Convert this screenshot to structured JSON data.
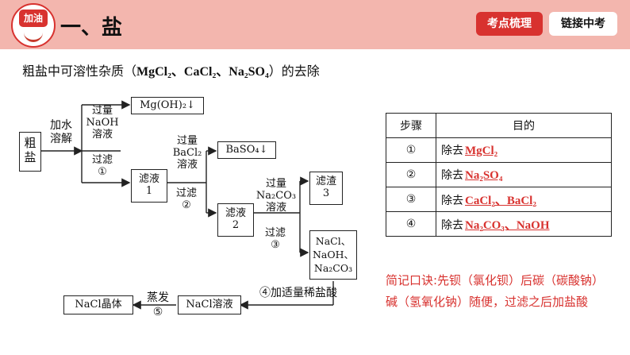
{
  "header": {
    "badge_text": "加油",
    "title": "一、盐",
    "tabs": [
      "考点梳理",
      "链接中考"
    ]
  },
  "subtitle": {
    "prefix": "粗盐中可溶性杂质（",
    "chem": "MgCl₂、CaCl₂、Na₂SO₄",
    "suffix": "）的去除"
  },
  "flow": {
    "start": "粗\n盐",
    "step1": "加水\n溶解",
    "step2a": "过量\nNaOH\n溶液",
    "step2b": "过滤\n①",
    "ppt1": "Mg(OH)₂↓",
    "filtrate1": "滤液\n1",
    "step3a": "过量\nBaCl₂\n溶液",
    "step3b": "过滤\n②",
    "ppt2": "BaSO₄↓",
    "filtrate2": "滤液\n2",
    "step4a": "过量\nNa₂CO₃\n溶液",
    "step4b": "过滤\n③",
    "residue3": "滤渣\n3",
    "mixture": "NaCl、\nNaOH、\nNa₂CO₃",
    "step5": "④加适量稀盐酸",
    "nacl_solution": "NaCl溶液",
    "step6": "蒸发\n⑤",
    "crystal": "NaCl晶体"
  },
  "table": {
    "headers": [
      "步骤",
      "目的"
    ],
    "rows": [
      {
        "step": "①",
        "prefix": "除去",
        "answer": "MgCl₂"
      },
      {
        "step": "②",
        "prefix": "除去",
        "answer": "Na₂SO₄"
      },
      {
        "step": "③",
        "prefix": "除去",
        "answer": "CaCl₂、BaCl₂"
      },
      {
        "step": "④",
        "prefix": "除去",
        "answer": "Na₂CO₃、NaOH"
      }
    ]
  },
  "tip": "简记口诀:先钡（氯化钡）后碳（碳酸钠）碱（氢氧化钠）随便，过滤之后加盐酸",
  "colors": {
    "accent": "#d8322f",
    "header_bg": "#f3b6ae"
  }
}
